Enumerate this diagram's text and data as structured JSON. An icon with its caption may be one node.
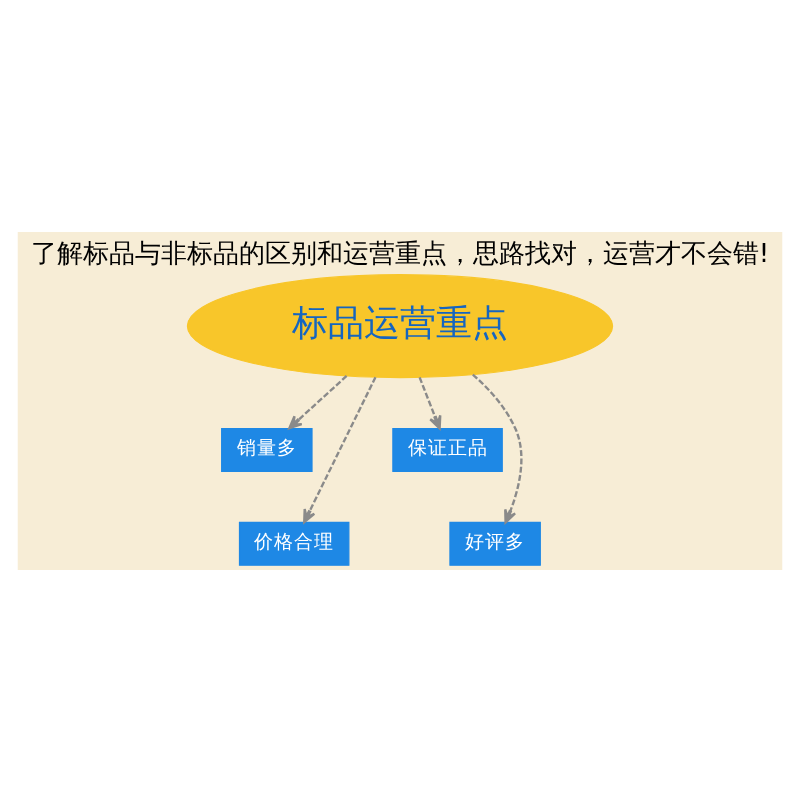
{
  "diagram": {
    "title": "了解标品与非标品的区别和运营重点，思路找对，运营才不会错!",
    "nodes": [
      {
        "text": [
          "标品运营重点"
        ]
      },
      {
        "text": [
          "销量多"
        ]
      },
      {
        "text": [
          "保证正品"
        ]
      },
      {
        "text": [
          "价格合理"
        ]
      },
      {
        "text": [
          "好评多"
        ]
      }
    ],
    "edges": [
      {
        "from": 0,
        "to": 1,
        "arrow": "to",
        "style": "dashed"
      },
      {
        "from": 0,
        "to": 3,
        "arrow": "to",
        "style": "dashed"
      },
      {
        "from": 0,
        "to": 4,
        "arrow": "to",
        "style": "dashed"
      },
      {
        "from": 0,
        "to": 2,
        "arrow": "to",
        "style": "dashed"
      }
    ]
  }
}
